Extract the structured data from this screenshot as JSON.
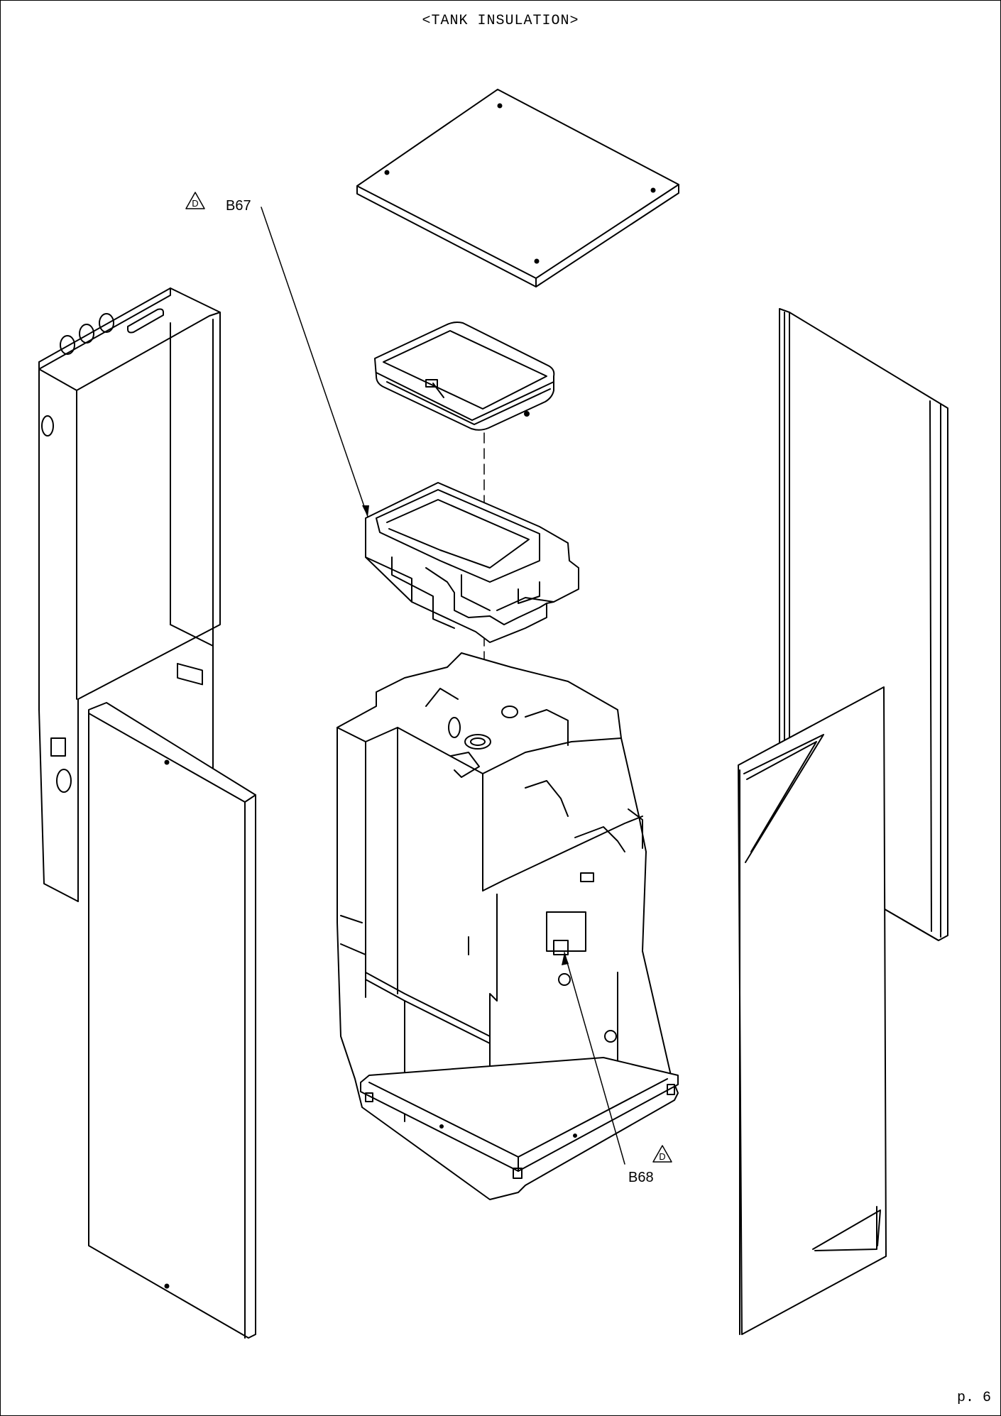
{
  "document": {
    "title": "<TANK INSULATION>",
    "page_number": "p. 6"
  },
  "callouts": [
    {
      "id": "b67",
      "label": "B67",
      "revision": "D"
    },
    {
      "id": "b68",
      "label": "B68",
      "revision": "D"
    }
  ]
}
